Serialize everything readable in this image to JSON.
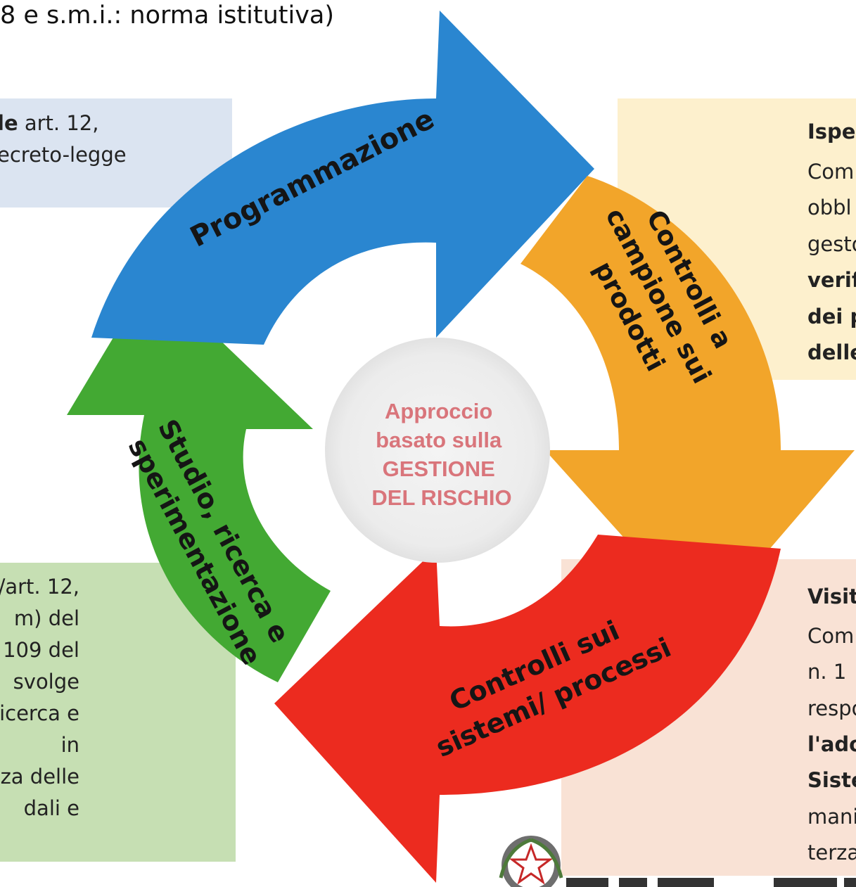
{
  "header": {
    "caption": "8 e s.m.i.: norma istitutiva)"
  },
  "panels": {
    "top_left": {
      "lines": [
        {
          "bold": "le",
          "rest": " art.  12,"
        },
        {
          "bold": "",
          "rest": "ecreto-legge"
        }
      ]
    },
    "top_right": {
      "lines": [
        "Ispez",
        "Com",
        "obbl",
        "gesto",
        "verif",
        "dei p",
        "delle"
      ]
    },
    "bottom_left": {
      "lines": [
        "/art. 12,",
        "m)  del",
        "109  del",
        "svolge",
        "icerca e",
        "in",
        "za  delle",
        "dali     e"
      ]
    },
    "bottom_right": {
      "lines": [
        "Visit",
        "Com",
        "n.   1",
        "respo",
        "l'ado",
        "Siste",
        "mani",
        "terza"
      ]
    }
  },
  "cycle": {
    "arrows": [
      {
        "label_lines": [
          "Programmazione"
        ],
        "color": "#2a86d0"
      },
      {
        "label_lines": [
          "Controlli a",
          "campione sui",
          "prodotti"
        ],
        "color": "#f2a52a"
      },
      {
        "label_lines": [
          "Controlli sui",
          "sistemi/ processi"
        ],
        "color": "#ec2b1f"
      },
      {
        "label_lines": [
          "Studio, ricerca e",
          "sperimentazione"
        ],
        "color": "#43a933"
      }
    ],
    "center": {
      "lines": [
        "Approccio",
        "basato sulla",
        "GESTIONE",
        "DEL RISCHIO"
      ]
    }
  },
  "icons": [
    "emblem-icon"
  ]
}
